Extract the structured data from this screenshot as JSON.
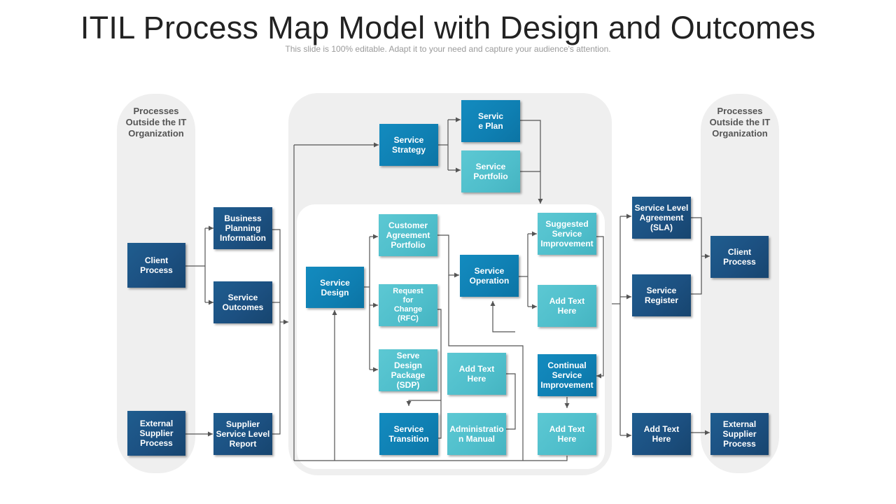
{
  "header": {
    "title": "ITIL Process Map Model with Design and Outcomes",
    "subtitle": "This slide is 100% editable. Adapt it to your need and capture your audience's attention."
  },
  "left_column": {
    "label": "Processes Outside the IT Organization",
    "client_process": "Client Process",
    "external_supplier_process": "External Supplier Process"
  },
  "right_column": {
    "label": "Processes Outside the IT Organization",
    "client_process": "Client Process",
    "external_supplier_process": "External Supplier Process"
  },
  "inputs": {
    "business_planning": "Business Planning Information",
    "service_outcomes": "Service Outcomes",
    "supplier_report": "Supplier Service Level Report"
  },
  "strategy": {
    "service_strategy": "Service Strategy",
    "service_plan": "Servic e Plan",
    "service_portfolio": "Service Portfolio"
  },
  "core": {
    "service_design": "Service Design",
    "customer_agreement": "Customer Agreement Portfolio",
    "rfc": "Request for Change (RFC)",
    "sdp": "Serve Design Package (SDP)",
    "add_text_1": "Add Text Here",
    "service_transition": "Service Transition",
    "admin_manual": "Administratio n Manual",
    "service_operation": "Service Operation",
    "suggested_improvement": "Suggested Service Improvement",
    "add_text_2": "Add Text Here",
    "csi": "Continual Service Improvement",
    "add_text_3": "Add Text Here"
  },
  "outputs": {
    "sla": "Service Level Agreement (SLA)",
    "service_register": "Service Register",
    "add_text_4": "Add Text Here"
  },
  "colors": {
    "dark_box": "#1c5081",
    "mid_box": "#0f7fb2",
    "light_box": "#4fbecb",
    "panel": "#efefef",
    "connector": "#555555"
  }
}
